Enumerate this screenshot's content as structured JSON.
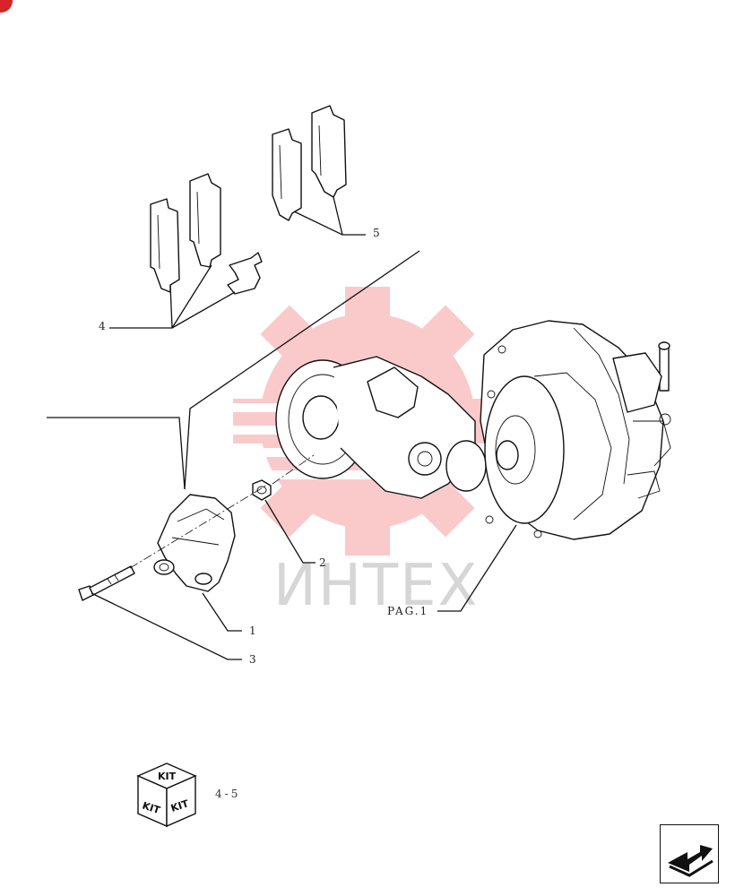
{
  "watermark": {
    "text": "ИНТЕХ",
    "color": "#f26a6a"
  },
  "callouts": {
    "c1": "1",
    "c2": "2",
    "c3": "3",
    "c4": "4",
    "c5": "5",
    "pag": "PAG.1"
  },
  "kit": {
    "top_label": "KIT",
    "left_label": "KIT",
    "right_label": "KIT",
    "ref": "4-5"
  },
  "icons": {
    "kit": "kit-cube-icon",
    "next": "next-page-arrow-icon",
    "corner": "corner-badge-icon"
  }
}
